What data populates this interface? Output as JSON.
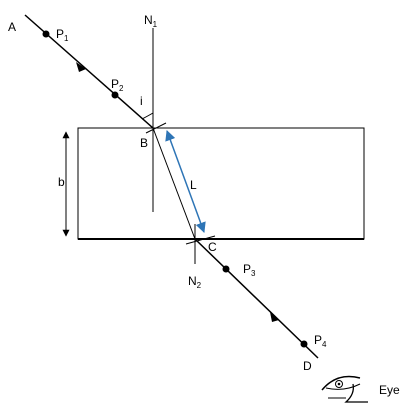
{
  "labels": {
    "point_a": "A",
    "point_b": "B",
    "point_c": "C",
    "point_d": "D",
    "angle_i": "i",
    "thickness_b": "b",
    "length_l": "L",
    "eye": "Eye"
  },
  "pins": [
    {
      "letter": "P",
      "sub": "1"
    },
    {
      "letter": "P",
      "sub": "2"
    },
    {
      "letter": "P",
      "sub": "3"
    },
    {
      "letter": "P",
      "sub": "4"
    }
  ],
  "normals": [
    {
      "letter": "N",
      "sub": "1"
    },
    {
      "letter": "N",
      "sub": "2"
    }
  ],
  "colors": {
    "lines": "#000000",
    "dimension_arrow": "#2e75b6"
  }
}
